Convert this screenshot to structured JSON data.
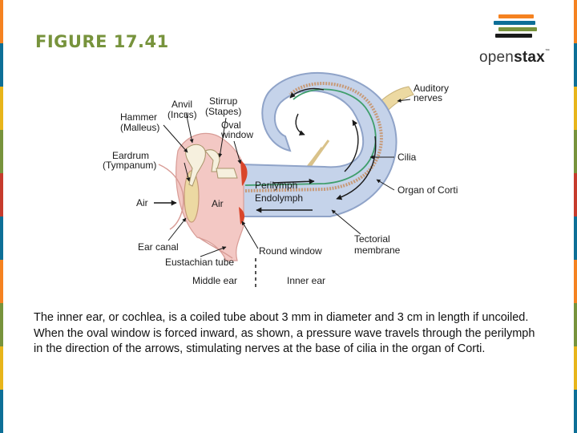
{
  "slide": {
    "title": "FIGURE 17.41",
    "caption": "The inner ear, or cochlea, is a coiled tube about 3 mm in diameter and 3 cm in length if uncoiled. When the oval window is forced inward, as shown, a pressure wave travels through the perilymph in the direction of the arrows, stimulating nerves at the base of cilia in the organ of Corti."
  },
  "logo": {
    "text_light": "open",
    "text_bold": "stax",
    "trademark": "™",
    "stripe_colors": [
      "#f58220",
      "#0d6f97",
      "#77933c",
      "#1a1a1a"
    ]
  },
  "edge_colors": [
    "#f58220",
    "#0d6f97",
    "#e8b51a",
    "#77933c",
    "#c63b2d",
    "#0d6f97",
    "#f58220",
    "#77933c",
    "#e8b51a",
    "#0d6f97"
  ],
  "figure": {
    "labels": {
      "anvil": "Anvil",
      "incus": "(Incus)",
      "stirrup": "Stirrup",
      "stapes": "(Stapes)",
      "hammer": "Hammer",
      "malleus": "(Malleus)",
      "oval": "Oval",
      "window": "window",
      "auditory": "Auditory",
      "nerves": "nerves",
      "eardrum": "Eardrum",
      "tympanum": "(Tympanum)",
      "cilia": "Cilia",
      "perilymph": "Perilymph",
      "endolymph": "Endolymph",
      "organ_of_corti": "Organ of Corti",
      "air_outer": "Air",
      "air_middle": "Air",
      "tectorial": "Tectorial",
      "membrane": "membrane",
      "ear_canal": "Ear canal",
      "round_window": "Round window",
      "eustachian_tube": "Eustachian tube",
      "middle_ear": "Middle ear",
      "inner_ear": "Inner ear"
    },
    "colors": {
      "cochlea_fill": "#c5d3ea",
      "cochlea_stroke": "#8fa3c8",
      "tissue_fill": "#f3c8c4",
      "window_red": "#d9452a",
      "corti_stripe": "#c79a78",
      "cilia_green": "#3f9e6b",
      "nerve_yellow": "#ecd9a2"
    }
  }
}
